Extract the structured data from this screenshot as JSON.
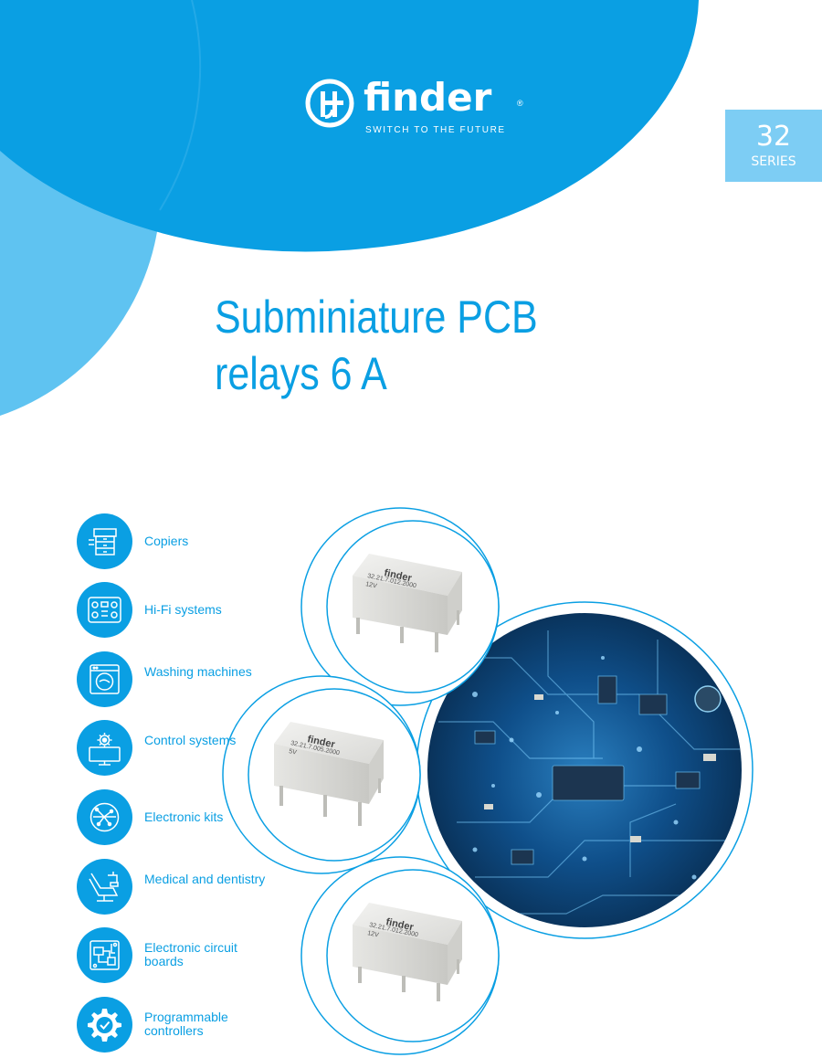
{
  "brand": {
    "name": "finder",
    "registered": "®",
    "tagline": "SWITCH TO THE FUTURE"
  },
  "series": {
    "number": "32",
    "label": "SERIES"
  },
  "title": {
    "line1": "Subminiature PCB",
    "line2": "relays 6 A"
  },
  "applications": [
    {
      "label": "Copiers",
      "icon": "copier-icon"
    },
    {
      "label": "Hi-Fi systems",
      "icon": "hifi-icon"
    },
    {
      "label": "Washing machines",
      "icon": "washing-machine-icon"
    },
    {
      "label": "Control systems",
      "icon": "control-system-icon"
    },
    {
      "label": "Electronic kits",
      "icon": "electronic-kit-icon"
    },
    {
      "label": "Medical and dentistry",
      "icon": "dental-chair-icon"
    },
    {
      "label": "Electronic circuit boards",
      "icon": "circuit-board-icon"
    },
    {
      "label": "Programmable controllers",
      "icon": "programmable-controller-icon"
    }
  ],
  "relay_marking": {
    "brand": "finder",
    "code_top": "32.21.7.012.2000",
    "code_mid": "32.21.7.005.2000",
    "code_bottom": "32.21.7.012.2000",
    "voltage_12": "12V",
    "voltage_5": "5V"
  },
  "colors": {
    "primary_blue": "#0a9fe3",
    "light_blue": "#5fc3f1",
    "series_box": "#7dcdf4",
    "background": "#ffffff"
  }
}
